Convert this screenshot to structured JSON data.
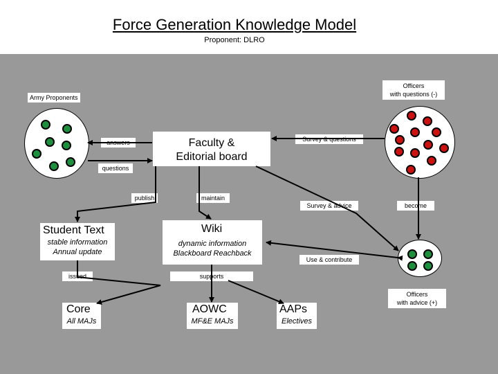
{
  "title": "Force Generation Knowledge Model",
  "subtitle": "Proponent: DLRO",
  "colors": {
    "background": "#999999",
    "green_dot": "#1e8f3c",
    "red_dot": "#cc1111"
  },
  "labels": {
    "army_proponents": "Army Proponents",
    "officers_minus_1": "Officers",
    "officers_minus_2": "with questions (-)",
    "officers_plus_1": "Officers",
    "officers_plus_2": "with advice (+)",
    "answers": "answers",
    "questions": "questions",
    "survey_questions": "Survey & questions",
    "publish": "publish",
    "maintain": "maintain",
    "survey_advice": "Survey & advice",
    "become": "become",
    "use_contribute": "Use & contribute",
    "issued": "issued",
    "supports": "supports"
  },
  "faculty": {
    "line1": "Faculty &",
    "line2": "Editorial board"
  },
  "student_text": {
    "title": "Student Text",
    "line1": "stable information",
    "line2": "Annual update"
  },
  "wiki": {
    "title": "Wiki",
    "line1": "dynamic information",
    "line2": "Blackboard Reachback"
  },
  "core": {
    "title": "Core",
    "subtitle": "All MAJs"
  },
  "aowc": {
    "title": "AOWC",
    "subtitle": "MF&E MAJs"
  },
  "aaps": {
    "title": "AAPs",
    "subtitle": "Electives"
  }
}
